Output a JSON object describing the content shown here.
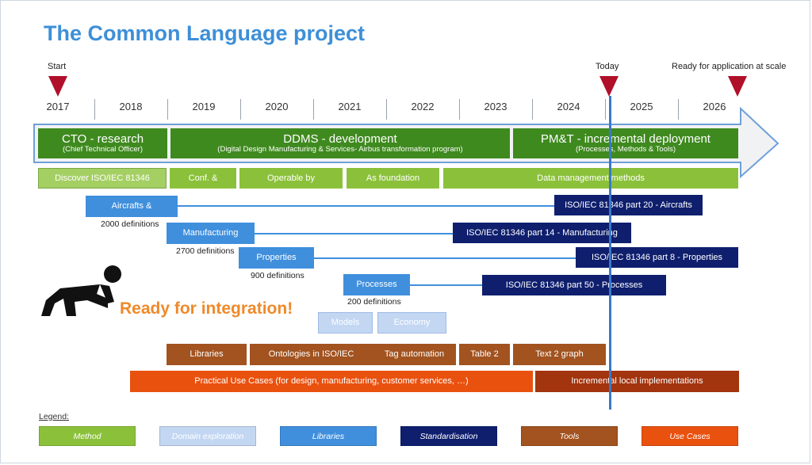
{
  "title": "The Common Language project",
  "milestones": {
    "start": "Start",
    "today": "Today",
    "ready": "Ready for application at scale"
  },
  "years": [
    "2017",
    "2018",
    "2019",
    "2020",
    "2021",
    "2022",
    "2023",
    "2024",
    "2025",
    "2026"
  ],
  "phases": [
    {
      "title": "CTO - research",
      "subtitle": "(Chief Technical Officer)"
    },
    {
      "title": "DDMS - development",
      "subtitle": "(Digital Design Manufacturing & Services- Airbus transformation program)"
    },
    {
      "title": "PM&T - incremental deployment",
      "subtitle": "(Processes, Methods & Tools)"
    }
  ],
  "methods": [
    "Discover ISO/IEC 81346",
    "Conf. &",
    "Operable by",
    "As foundation",
    "Data management methods"
  ],
  "libraries": [
    {
      "label": "Aircrafts &",
      "note": "2000 definitions"
    },
    {
      "label": "Manufacturing",
      "note": "2700 definitions"
    },
    {
      "label": "Properties",
      "note": "900 definitions"
    },
    {
      "label": "Processes",
      "note": "200 definitions"
    }
  ],
  "standards": [
    "ISO/IEC 81346 part 20  - Aircrafts",
    "ISO/IEC 81346 part 14  - Manufacturing",
    "ISO/IEC 81346 part 8  - Properties",
    "ISO/IEC 81346 part 50  - Processes"
  ],
  "domains": [
    "Models",
    "Economy"
  ],
  "tools": [
    "Libraries",
    "Ontologies in ISO/IEC",
    "Tag automation",
    "Table 2",
    "Text 2 graph"
  ],
  "use_cases": [
    "Practical Use Cases (for design, manufacturing, customer services, …)",
    "Incremental local implementations"
  ],
  "ready_text": "Ready for integration!",
  "legend": {
    "title": "Legend:",
    "items": [
      {
        "label": "Method",
        "color": "#8bc13a"
      },
      {
        "label": "Domain exploration",
        "color": "#c3d7f3"
      },
      {
        "label": "Libraries",
        "color": "#3f8fdd"
      },
      {
        "label": "Standardisation",
        "color": "#0f1f6e"
      },
      {
        "label": "Tools",
        "color": "#a2531f"
      },
      {
        "label": "Use Cases",
        "color": "#e9510f"
      }
    ]
  },
  "colors": {
    "title": "#3d8fd8",
    "milestone": "#b0102a",
    "phase": "#3f8a1f",
    "today_line": "#3a78c8",
    "ready_text": "#ee8a2a"
  }
}
